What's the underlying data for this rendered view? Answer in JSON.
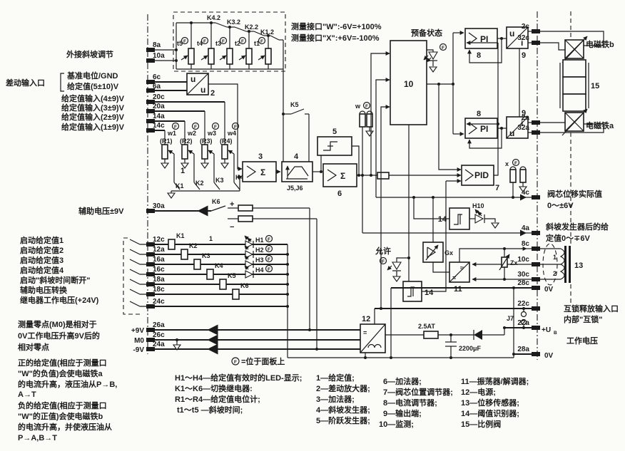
{
  "colors": {
    "ink": "#1b1b1b",
    "paper": "#fbfbf7"
  },
  "left": {
    "ramp": "外接斜坡调节",
    "diff": "差动输入口",
    "ref": "基准电位/GND",
    "sp5": "给定值(5±10)V",
    "sp4": "给定值输入(4±9)V",
    "sp3": "给定值输入(3±9)V",
    "sp2": "给定值输入(2±9)V",
    "sp1": "给定值输入(1±9)V",
    "aux": "辅助电压±9V",
    "s1": "启动给定值1",
    "s2": "启动给定值2",
    "s3": "启动给定值3",
    "s4": "启动给定值4",
    "sramp": "启动\"斜坡时间断开\"",
    "asw": "辅助电压转换",
    "relayv": "继电器工作电压(+24V)",
    "m01": "测量零点(M0)是相对于",
    "m02": "0V工作电压升高9V后的",
    "m03": "相对零点",
    "pos1": "正的给定值(相应于测量口",
    "pos2": "\"W\"的负值)会使电磁铁a",
    "pos3": "的电流升高，液压油从P→B,",
    "pos4": "A→T",
    "neg1": "负的给定值(相应于测量口",
    "neg2": "\"W\"的正值)会使电磁铁b",
    "neg3": "的电流升高，并使液压油从",
    "neg4": "P→A,B→T",
    "p9": "+9V",
    "m0": "M0",
    "n9": "-9V"
  },
  "ports": {
    "p8a": "8a",
    "p10a": "10a",
    "p6c": "6c",
    "p6a": "6a",
    "p20c": "20c",
    "p20a": "20a",
    "p14a": "14a",
    "p14c": "14c",
    "p30a": "30a",
    "p12c": "12c",
    "p12a": "12a",
    "p16a": "16a",
    "p16c": "16c",
    "p18a": "18a",
    "p18c": "18c",
    "p24c": "24c",
    "p26a": "26a",
    "p26c": "26c",
    "p24a": "24a",
    "p2c": "2c",
    "p32c": "32c",
    "p2a": "2a",
    "p32a": "32a",
    "p4c": "4c",
    "p4a": "4a",
    "p8c": "8c",
    "p10c": "10c",
    "p30c": "30c",
    "p28c": "28c",
    "p22c": "22c",
    "p22a": "22a",
    "p28a": "28a"
  },
  "top": {
    "mw": "测量接口\"W\":-6V=+100%",
    "mx": "测量接口\"X\":+6V=-100%",
    "k42": "K4.2",
    "k32": "K3.2",
    "k22": "K2.2",
    "k12": "K1.2",
    "t5": "t5",
    "t4": "t4",
    "t3": "t3",
    "t2": "t2",
    "t1": "t1",
    "k5": "K5",
    "ready": "预备状态"
  },
  "blk": {
    "n1": "1",
    "n2": "2",
    "n3": "3",
    "n4": "4",
    "n5": "5",
    "n6": "6",
    "n7": "7",
    "n8": "8",
    "n9": "9",
    "n10": "10",
    "n11": "11",
    "n12": "12",
    "n13": "13",
    "n14": "14",
    "n15": "15",
    "sigma": "Σ",
    "pi": "PI",
    "pid": "PID",
    "u": "u",
    "i": "i",
    "j56": "J5,J6",
    "j7": "J7",
    "gx": "Gx",
    "zx": "Zx",
    "h10": "H10",
    "f": "F",
    "eq": "=",
    "approx": "≈",
    "fuse": "2.5AT",
    "cap": "2200μF"
  },
  "mid": {
    "w1": "w1",
    "r1": "(R1)",
    "w2": "w2",
    "r2": "(R2)",
    "w3": "w3",
    "r3": "(R3)",
    "w4": "w4",
    "r4": "(R4)",
    "k1": "K1",
    "k2": "K2",
    "k3": "K3",
    "k4": "K4",
    "k6": "K6",
    "one": "1",
    "plus": "+",
    "minus": "−",
    "allow": "允许",
    "wt": "w",
    "xt": "x"
  },
  "rly": {
    "k1": "K1",
    "k2": "K2",
    "k3": "K3",
    "k4": "K4",
    "k5": "K5",
    "k6": "K6",
    "h1": "H1",
    "h2": "H2",
    "h3": "H3",
    "h4": "H4",
    "one": "1"
  },
  "right": {
    "solb": "电磁铁b",
    "sola": "电磁铁a",
    "sv1": "阀芯位移实际值",
    "sv2": "0～±6V",
    "ro1": "斜坡发生器后的给",
    "ro2": "定值0～∓6V",
    "w1": "1",
    "w2": "2",
    "v0a": "0V",
    "v0b": "0V",
    "il1": "互锁释放输入口",
    "il2": "内部\"互锁\"",
    "ubu": "+U",
    "ubb": "B",
    "wv": "工作电压"
  },
  "foot": {
    "feq": "=位于面板上"
  },
  "legend": {
    "c1": [
      "H1～H4—给定值有效时的LED-显示;",
      "K1～K6—切换继电器:",
      "R1～R4—给定值电位计;",
      "t1～t5 —斜坡时间;"
    ],
    "c2": [
      "1—给定值;",
      "2—差动放大器;",
      "3—加法器;",
      "4—斜坡发生器;",
      "5—阶跃发生器;"
    ],
    "c3": [
      "6—加法器;",
      "7—阀芯位置调节器;",
      "8—电流调节器;",
      "9—输出端;",
      "10—监测;"
    ],
    "c4": [
      "11—振荡器/解调器;",
      "12—电源;",
      "13—位移传感器;",
      "14—阈值识别器;",
      "15—比例阀"
    ]
  }
}
